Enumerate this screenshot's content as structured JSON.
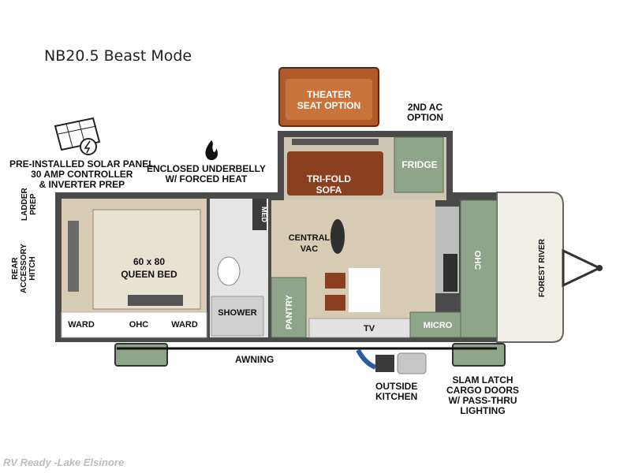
{
  "title": "NB20.5 Beast Mode",
  "annotations": {
    "solar": "PRE-INSTALLED SOLAR PANEL\n30 AMP CONTROLLER\n& INVERTER PREP",
    "underbelly": "ENCLOSED UNDERBELLY\nW/ FORCED HEAT",
    "theater": "THEATER\nSEAT OPTION",
    "ac": "2ND AC\nOPTION",
    "ladder": "LADDER\nPREP",
    "hitch": "REAR\nACCESSORY\nHITCH",
    "awning": "AWNING",
    "kitchen": "OUTSIDE\nKITCHEN",
    "cargo": "SLAM LATCH\nCARGO DOORS\nW/ PASS-THRU\nLIGHTING"
  },
  "rooms": {
    "bed": "60 x 80",
    "bed2": "QUEEN BED",
    "ward_left": "WARD",
    "ohc_bed": "OHC",
    "ward_right": "WARD",
    "med": "MED",
    "shower": "SHOWER",
    "sofa": "TRI-FOLD",
    "sofa2": "SOFA",
    "fridge": "FRIDGE",
    "vac": "CENTRAL",
    "vac2": "VAC",
    "pantry": "PANTRY",
    "tv": "TV",
    "micro": "MICRO",
    "ohc_front": "OHC",
    "brand": "FOREST RIVER"
  },
  "watermark": "RV Ready -Lake Elsinore",
  "colors": {
    "wall": "#4a4a4a",
    "green": "#8fa58a",
    "sofa": "#8a3f1f",
    "floor_wood": "#d8cbb3",
    "tile": "#cfcfcf"
  }
}
